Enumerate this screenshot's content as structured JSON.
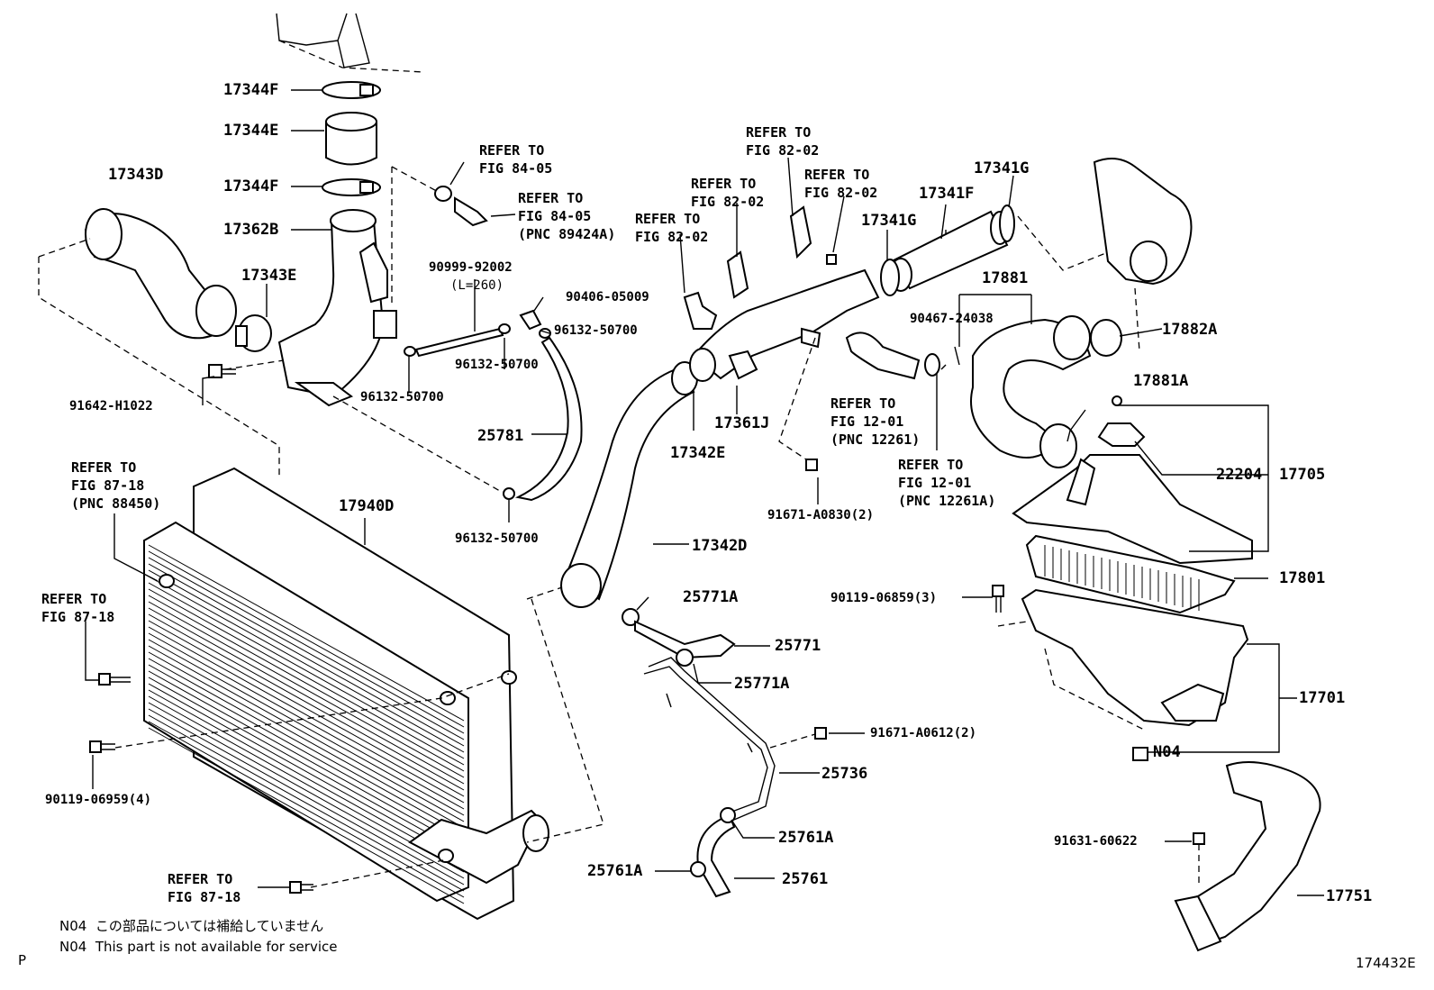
{
  "parts": {
    "p17344F_top": "17344F",
    "p17344E": "17344E",
    "p17344F_mid": "17344F",
    "p17362B": "17362B",
    "p17343D": "17343D",
    "p17343E": "17343E",
    "p91642": "91642-H1022",
    "p96132_a": "96132-50700",
    "p90999": "90999-92002",
    "p90999_len": "(L=260)",
    "p90406": "90406-05009",
    "p96132_b": "96132-50700",
    "p96132_c": "96132-50700",
    "p25781": "25781",
    "p96132_d": "96132-50700",
    "p17940D": "17940D",
    "p17342E": "17342E",
    "p17361J": "17361J",
    "p17342D": "17342D",
    "p17341G_a": "17341G",
    "p17341F": "17341F",
    "p17341G_b": "17341G",
    "p17881": "17881",
    "p90467": "90467-24038",
    "p17882A": "17882A",
    "p17881A": "17881A",
    "p22204": "22204",
    "p17705": "17705",
    "p91671_a": "91671-A0830(2)",
    "p17801": "17801",
    "p90119_a": "90119-06859(3)",
    "p17701": "17701",
    "pN04": "N04",
    "p91631": "91631-60622",
    "p17751": "17751",
    "p25771A_a": "25771A",
    "p25771": "25771",
    "p25771A_b": "25771A",
    "p91671_b": "91671-A0612(2)",
    "p25736": "25736",
    "p25761A_a": "25761A",
    "p25761A_b": "25761A",
    "p25761": "25761",
    "p90119_b": "90119-06959(4)"
  },
  "refs": {
    "r_fig84_a": "REFER TO\nFIG 84-05",
    "r_fig84_b": "REFER TO\nFIG 84-05\n(PNC 89424A)",
    "r_fig82_a": "REFER TO\nFIG 82-02",
    "r_fig82_b": "REFER TO\nFIG 82-02",
    "r_fig82_c": "REFER TO\nFIG 82-02",
    "r_fig82_d": "REFER TO\nFIG 82-02",
    "r_fig12_a": "REFER TO\nFIG 12-01\n(PNC 12261)",
    "r_fig12_b": "REFER TO\nFIG 12-01\n(PNC 12261A)",
    "r_fig87_a": "REFER TO\nFIG 87-18\n(PNC 88450)",
    "r_fig87_b": "REFER TO\nFIG 87-18",
    "r_fig87_c": "REFER TO\nFIG 87-18"
  },
  "notes": {
    "jp": "N04  この部品については補給していません",
    "en": "N04  This part is not available for service",
    "corner_p": "P",
    "figure_id": "174432E"
  }
}
